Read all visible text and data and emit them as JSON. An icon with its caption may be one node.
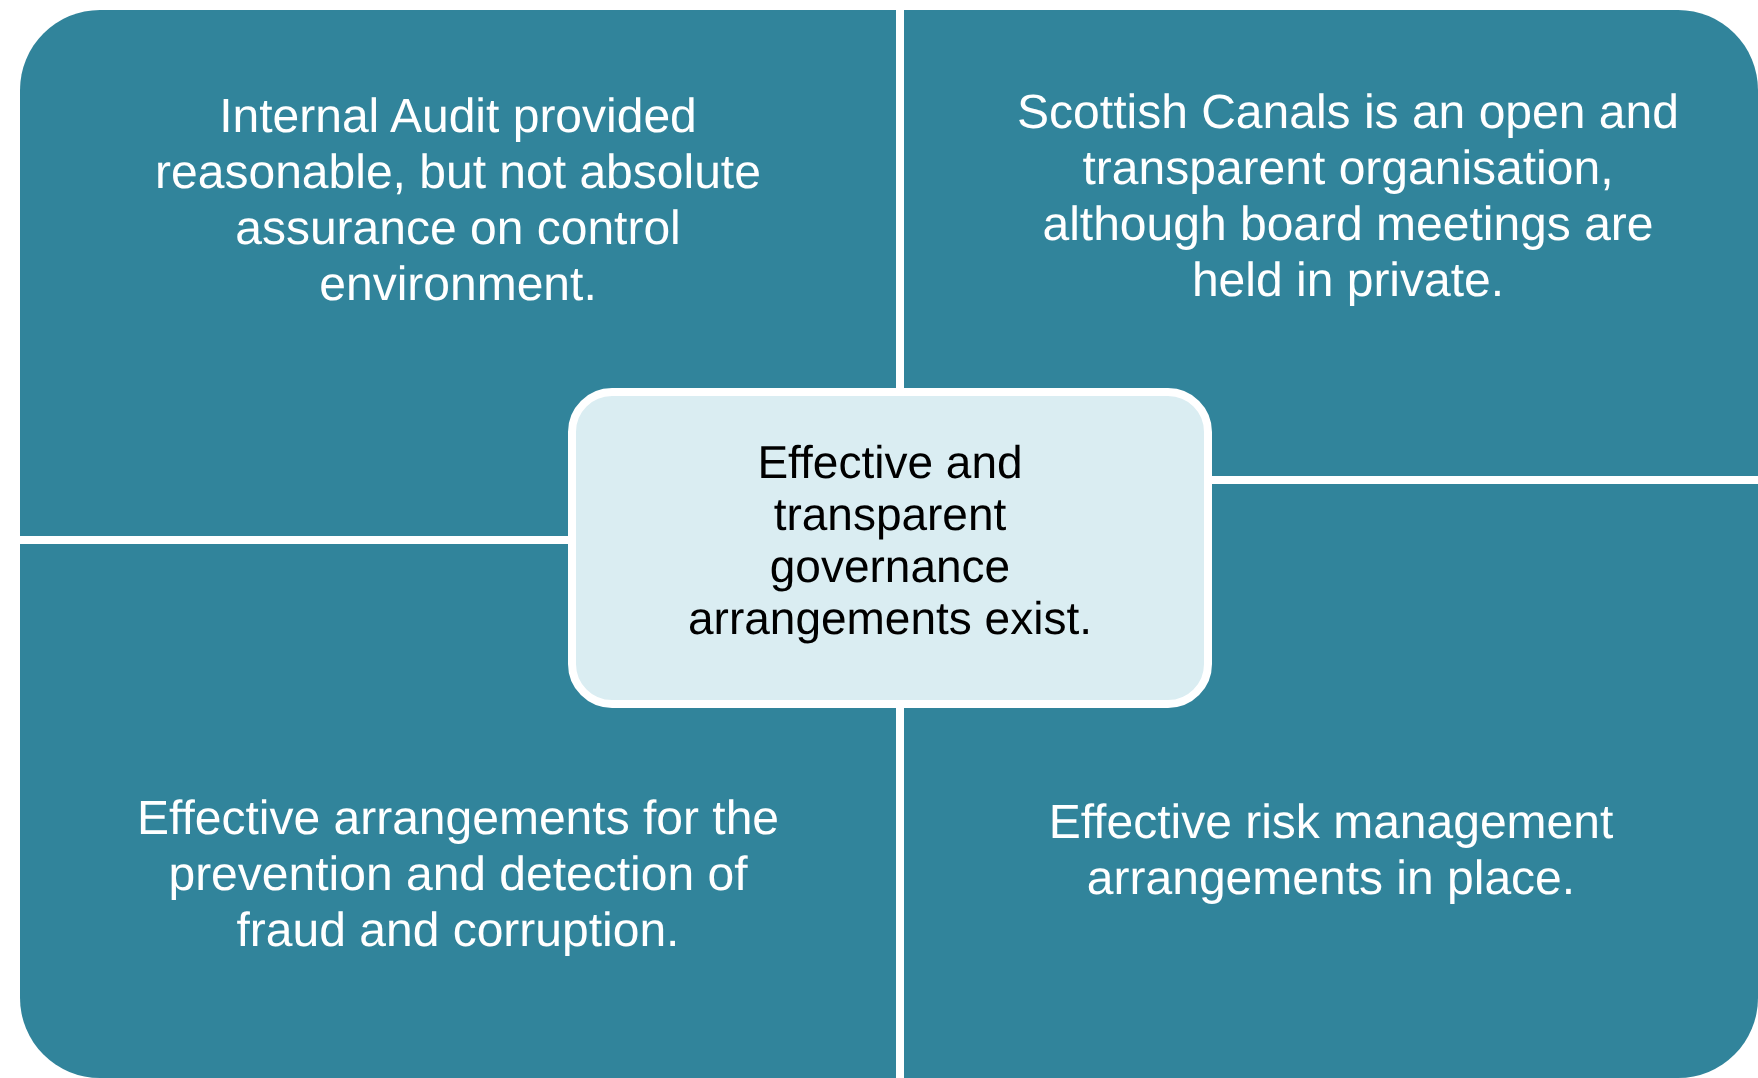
{
  "diagram": {
    "nodes": [
      {
        "text": [
          "Internal Audit provided reasonable, but not absolute assurance on control environment."
        ]
      },
      {
        "text": [
          "Scottish Canals is an open and transparent organisation, although board meetings are held in private."
        ]
      },
      {
        "text": [
          "Effective arrangements for the prevention and detection of fraud and corruption."
        ]
      },
      {
        "text": [
          "Effective risk management arrangements in place."
        ]
      },
      {
        "text": [
          "Effective and transparent governance arrangements exist."
        ]
      }
    ]
  }
}
